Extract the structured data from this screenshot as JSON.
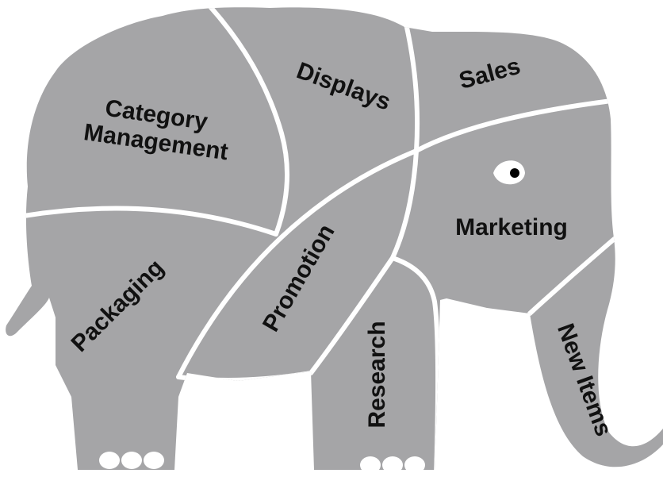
{
  "colors": {
    "body": "#a5a5a7",
    "dividers": "#ffffff",
    "text": "#111111",
    "toenails": "#ffffff",
    "eye_white": "#ffffff",
    "pupil": "#000000"
  },
  "regions": {
    "category_management": {
      "line1": "Category",
      "line2": "Management"
    },
    "displays": "Displays",
    "sales": "Sales",
    "marketing": "Marketing",
    "packaging": "Packaging",
    "promotion": "Promotion",
    "research": "Research",
    "new_items": "New Items"
  }
}
